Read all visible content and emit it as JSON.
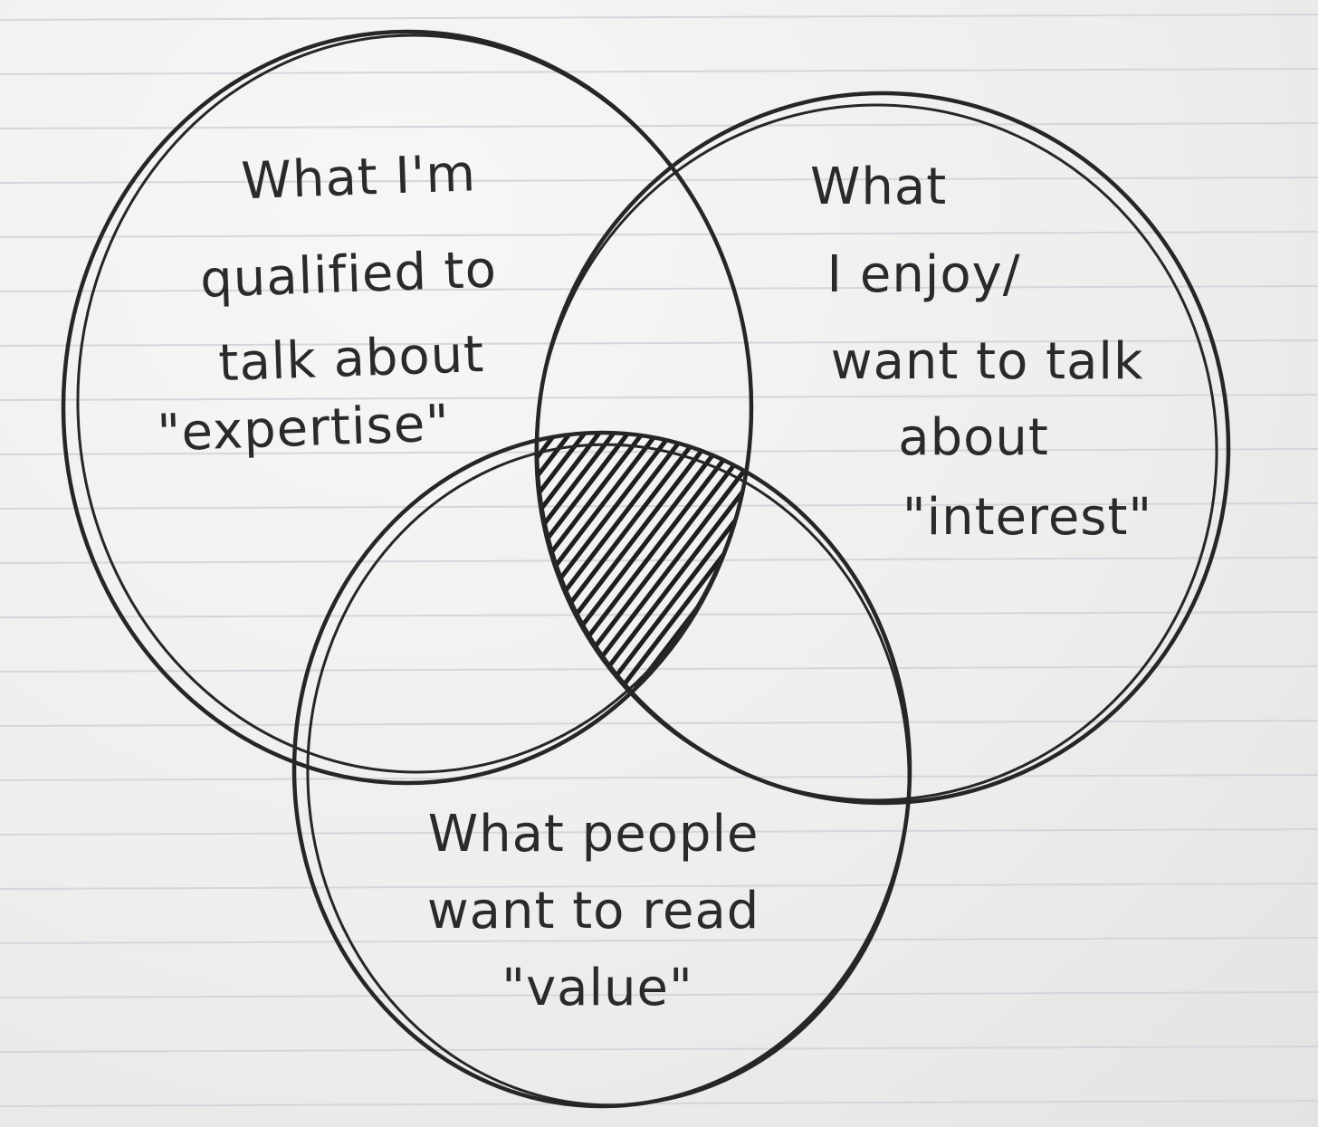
{
  "sets": [
    {
      "id": "expertise",
      "lines": [
        "What I'm",
        "qualified to",
        "talk about",
        "\"expertise\""
      ]
    },
    {
      "id": "interest",
      "lines": [
        "What",
        "I enjoy/",
        "want to talk",
        "about",
        "\"interest\""
      ]
    },
    {
      "id": "value",
      "lines": [
        "What people",
        "want to read",
        "\"value\""
      ]
    }
  ],
  "highlighted_region": "expertise ∩ interest ∩ value",
  "colors": {
    "ink": "#262626",
    "paper": "#eeeeec",
    "rule_line": "#d3d6dc"
  }
}
